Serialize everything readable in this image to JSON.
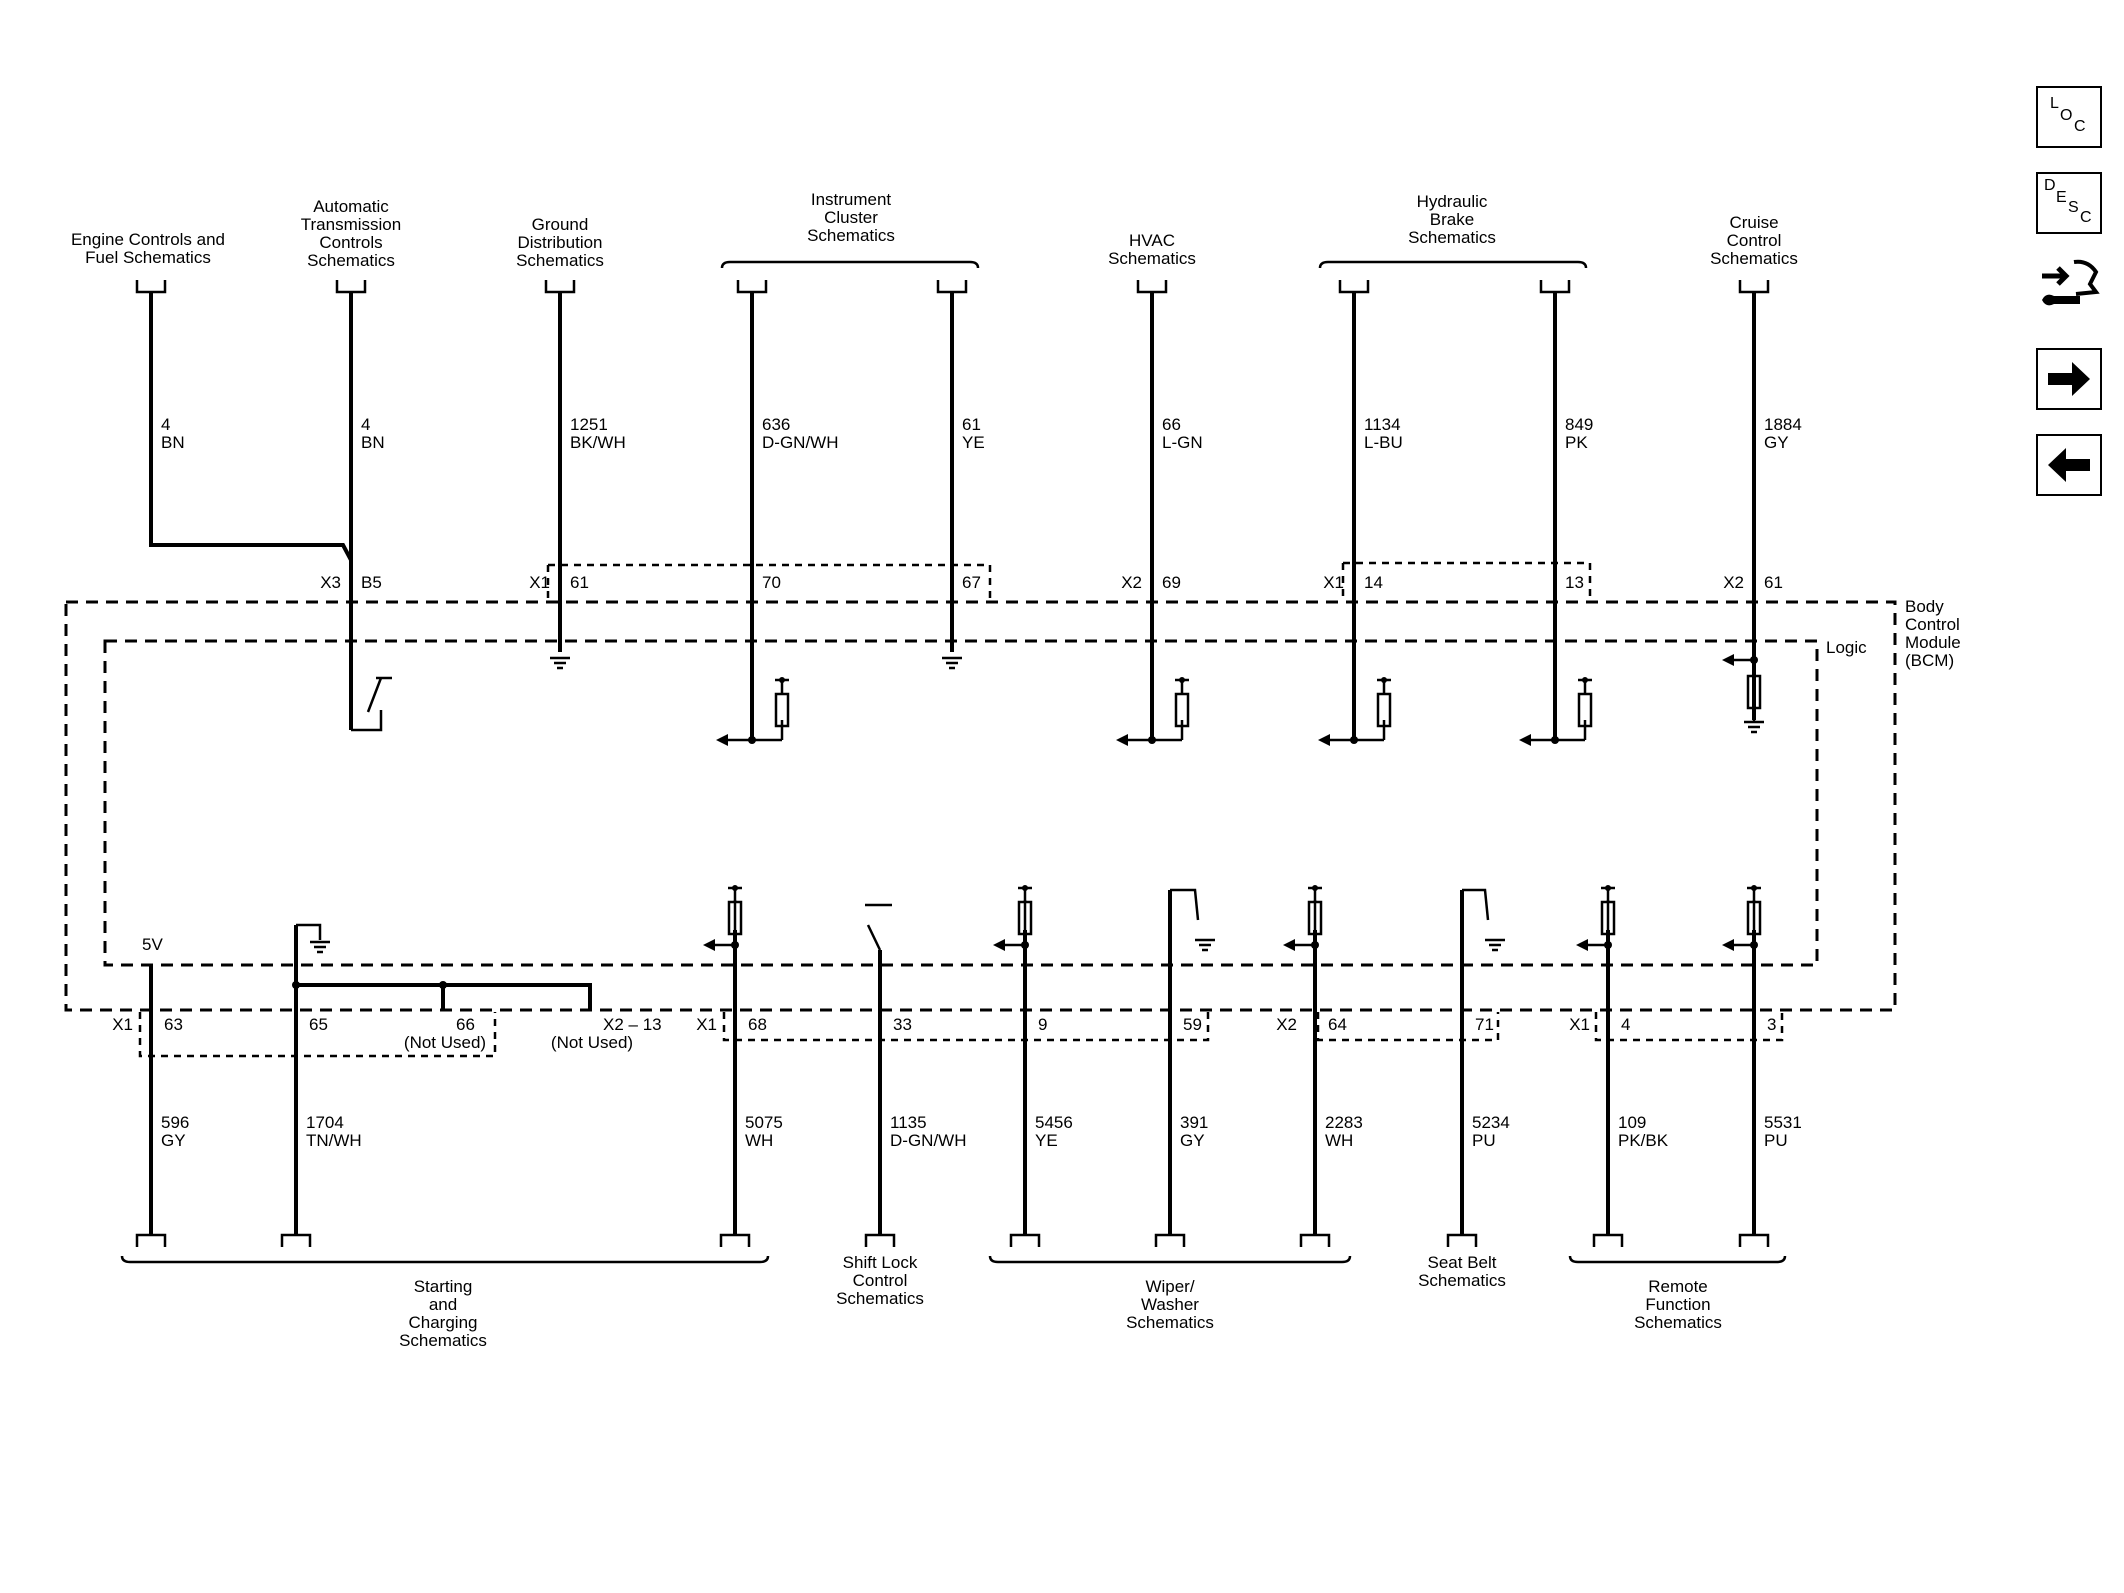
{
  "nav": {
    "loc": [
      "L",
      "O",
      "C"
    ],
    "desc": [
      "D",
      "E",
      "S",
      "C"
    ]
  },
  "top_circuits": [
    {
      "dest": [
        "Engine Controls and",
        "Fuel Schematics"
      ],
      "circuit": "4",
      "color": "BN"
    },
    {
      "dest": [
        "Automatic",
        "Transmission",
        "Controls",
        "Schematics"
      ],
      "circuit": "4",
      "color": "BN",
      "conn": "X3",
      "pin": "B5"
    },
    {
      "dest": [
        "Ground",
        "Distribution",
        "Schematics"
      ],
      "circuit": "1251",
      "color": "BK/WH",
      "conn": "X1",
      "pin": "61"
    },
    {
      "dest": [
        "Instrument",
        "Cluster",
        "Schematics"
      ],
      "circuit": "636",
      "color": "D-GN/WH",
      "pin": "70"
    },
    {
      "circuit": "61",
      "color": "YE",
      "pin": "67"
    },
    {
      "dest": [
        "HVAC",
        "Schematics"
      ],
      "circuit": "66",
      "color": "L-GN",
      "conn": "X2",
      "pin": "69"
    },
    {
      "dest": [
        "Hydraulic",
        "Brake",
        "Schematics"
      ],
      "circuit": "1134",
      "color": "L-BU",
      "conn": "X1",
      "pin": "14"
    },
    {
      "circuit": "849",
      "color": "PK",
      "pin": "13"
    },
    {
      "dest": [
        "Cruise",
        "Control",
        "Schematics"
      ],
      "circuit": "1884",
      "color": "GY",
      "conn": "X2",
      "pin": "61"
    }
  ],
  "module": {
    "name": [
      "Body",
      "Control",
      "Module",
      "(BCM)"
    ],
    "logic": "Logic",
    "v5": "5V"
  },
  "bottom_circuits": [
    {
      "conn": "X1",
      "pin": "63",
      "circuit": "596",
      "color": "GY"
    },
    {
      "pin": "65",
      "circuit": "1704",
      "color": "TN/WH"
    },
    {
      "pin": "66",
      "note": "(Not Used)"
    },
    {
      "pin": "X2 – 13",
      "note": "(Not Used)"
    },
    {
      "conn": "X1",
      "pin": "68",
      "circuit": "5075",
      "color": "WH"
    },
    {
      "pin": "33",
      "circuit": "1135",
      "color": "D-GN/WH"
    },
    {
      "pin": "9",
      "circuit": "5456",
      "color": "YE"
    },
    {
      "pin": "59",
      "circuit": "391",
      "color": "GY"
    },
    {
      "conn": "X2",
      "pin": "64",
      "circuit": "2283",
      "color": "WH"
    },
    {
      "pin": "71",
      "circuit": "5234",
      "color": "PU"
    },
    {
      "conn": "X1",
      "pin": "4",
      "circuit": "109",
      "color": "PK/BK"
    },
    {
      "pin": "3",
      "circuit": "5531",
      "color": "PU"
    }
  ],
  "bottom_destinations": [
    [
      "Starting",
      "and",
      "Charging",
      "Schematics"
    ],
    [
      "Shift Lock",
      "Control",
      "Schematics"
    ],
    [
      "Wiper/",
      "Washer",
      "Schematics"
    ],
    [
      "Seat Belt",
      "Schematics"
    ],
    [
      "Remote",
      "Function",
      "Schematics"
    ]
  ]
}
